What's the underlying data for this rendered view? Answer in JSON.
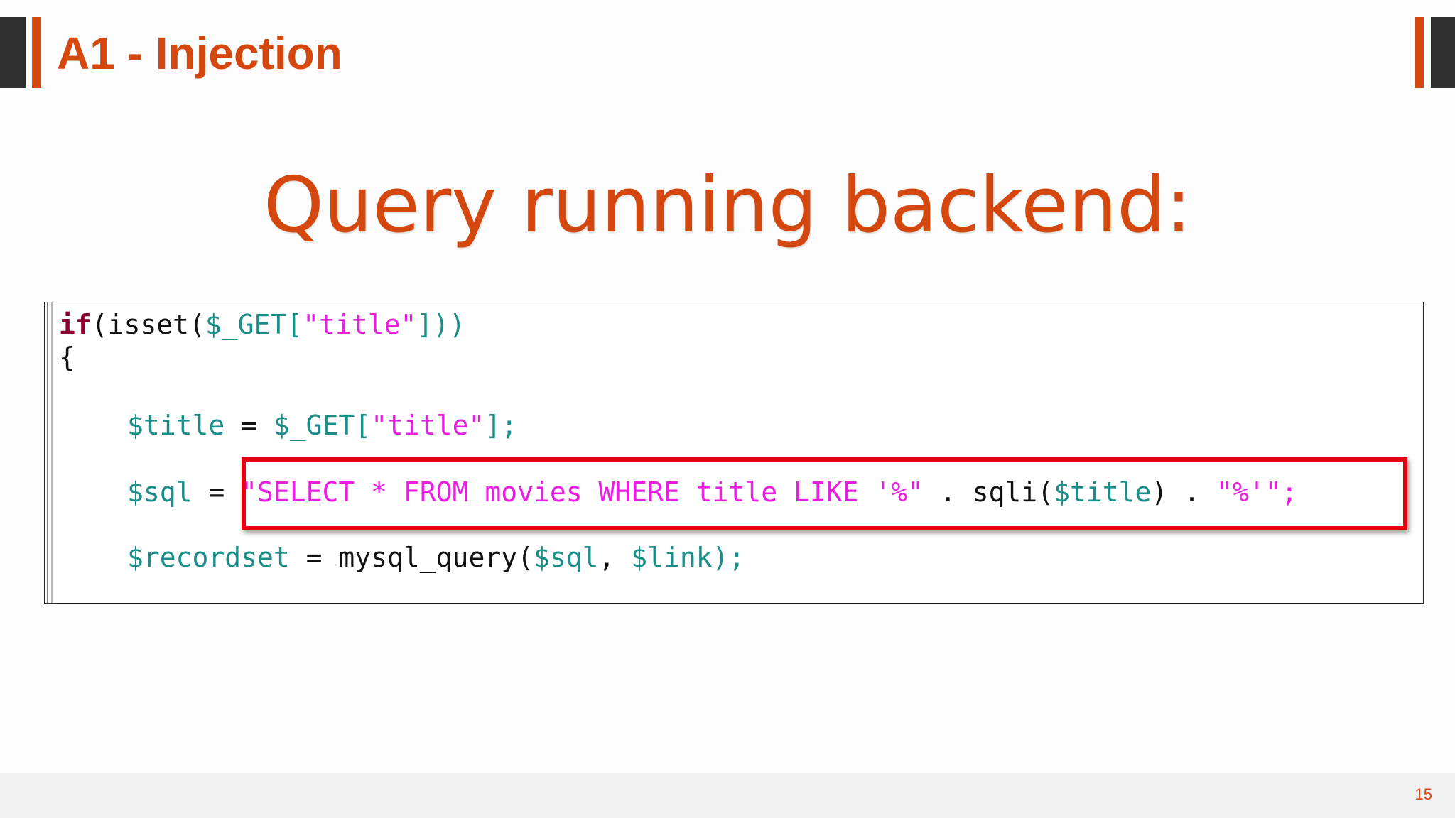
{
  "header": {
    "title": "A1 - Injection"
  },
  "main": {
    "title": "Query running backend:"
  },
  "code": {
    "line1": {
      "kw": "if",
      "p1": "(isset(",
      "v1": "$_GET",
      "p2": "[",
      "s1": "\"title\"",
      "p3": "]))"
    },
    "line2": {
      "text": "{"
    },
    "line3": {
      "v1": "$title",
      "p1": " = ",
      "v2": "$_GET",
      "p2": "[",
      "s1": "\"title\"",
      "p3": "];"
    },
    "line4": {
      "v1": "$sql",
      "p1": " = ",
      "s1": "\"SELECT * FROM movies WHERE title LIKE '%\"",
      "p2": " . sqli(",
      "v2": "$title",
      "p3": ") . ",
      "s2": "\"%'\"",
      "p4": ";"
    },
    "line5": {
      "v1": "$recordset",
      "p1": " = mysql_query(",
      "v2": "$sql",
      "p2": ", ",
      "v3": "$link",
      "p3": ");"
    }
  },
  "footer": {
    "page_number": "15"
  },
  "colors": {
    "accent": "#d4470f",
    "dark": "#2f2f2f",
    "code_keyword": "#8b0030",
    "code_variable": "#1b8e89",
    "code_string": "#e81ee0",
    "highlight": "#e5000f"
  }
}
